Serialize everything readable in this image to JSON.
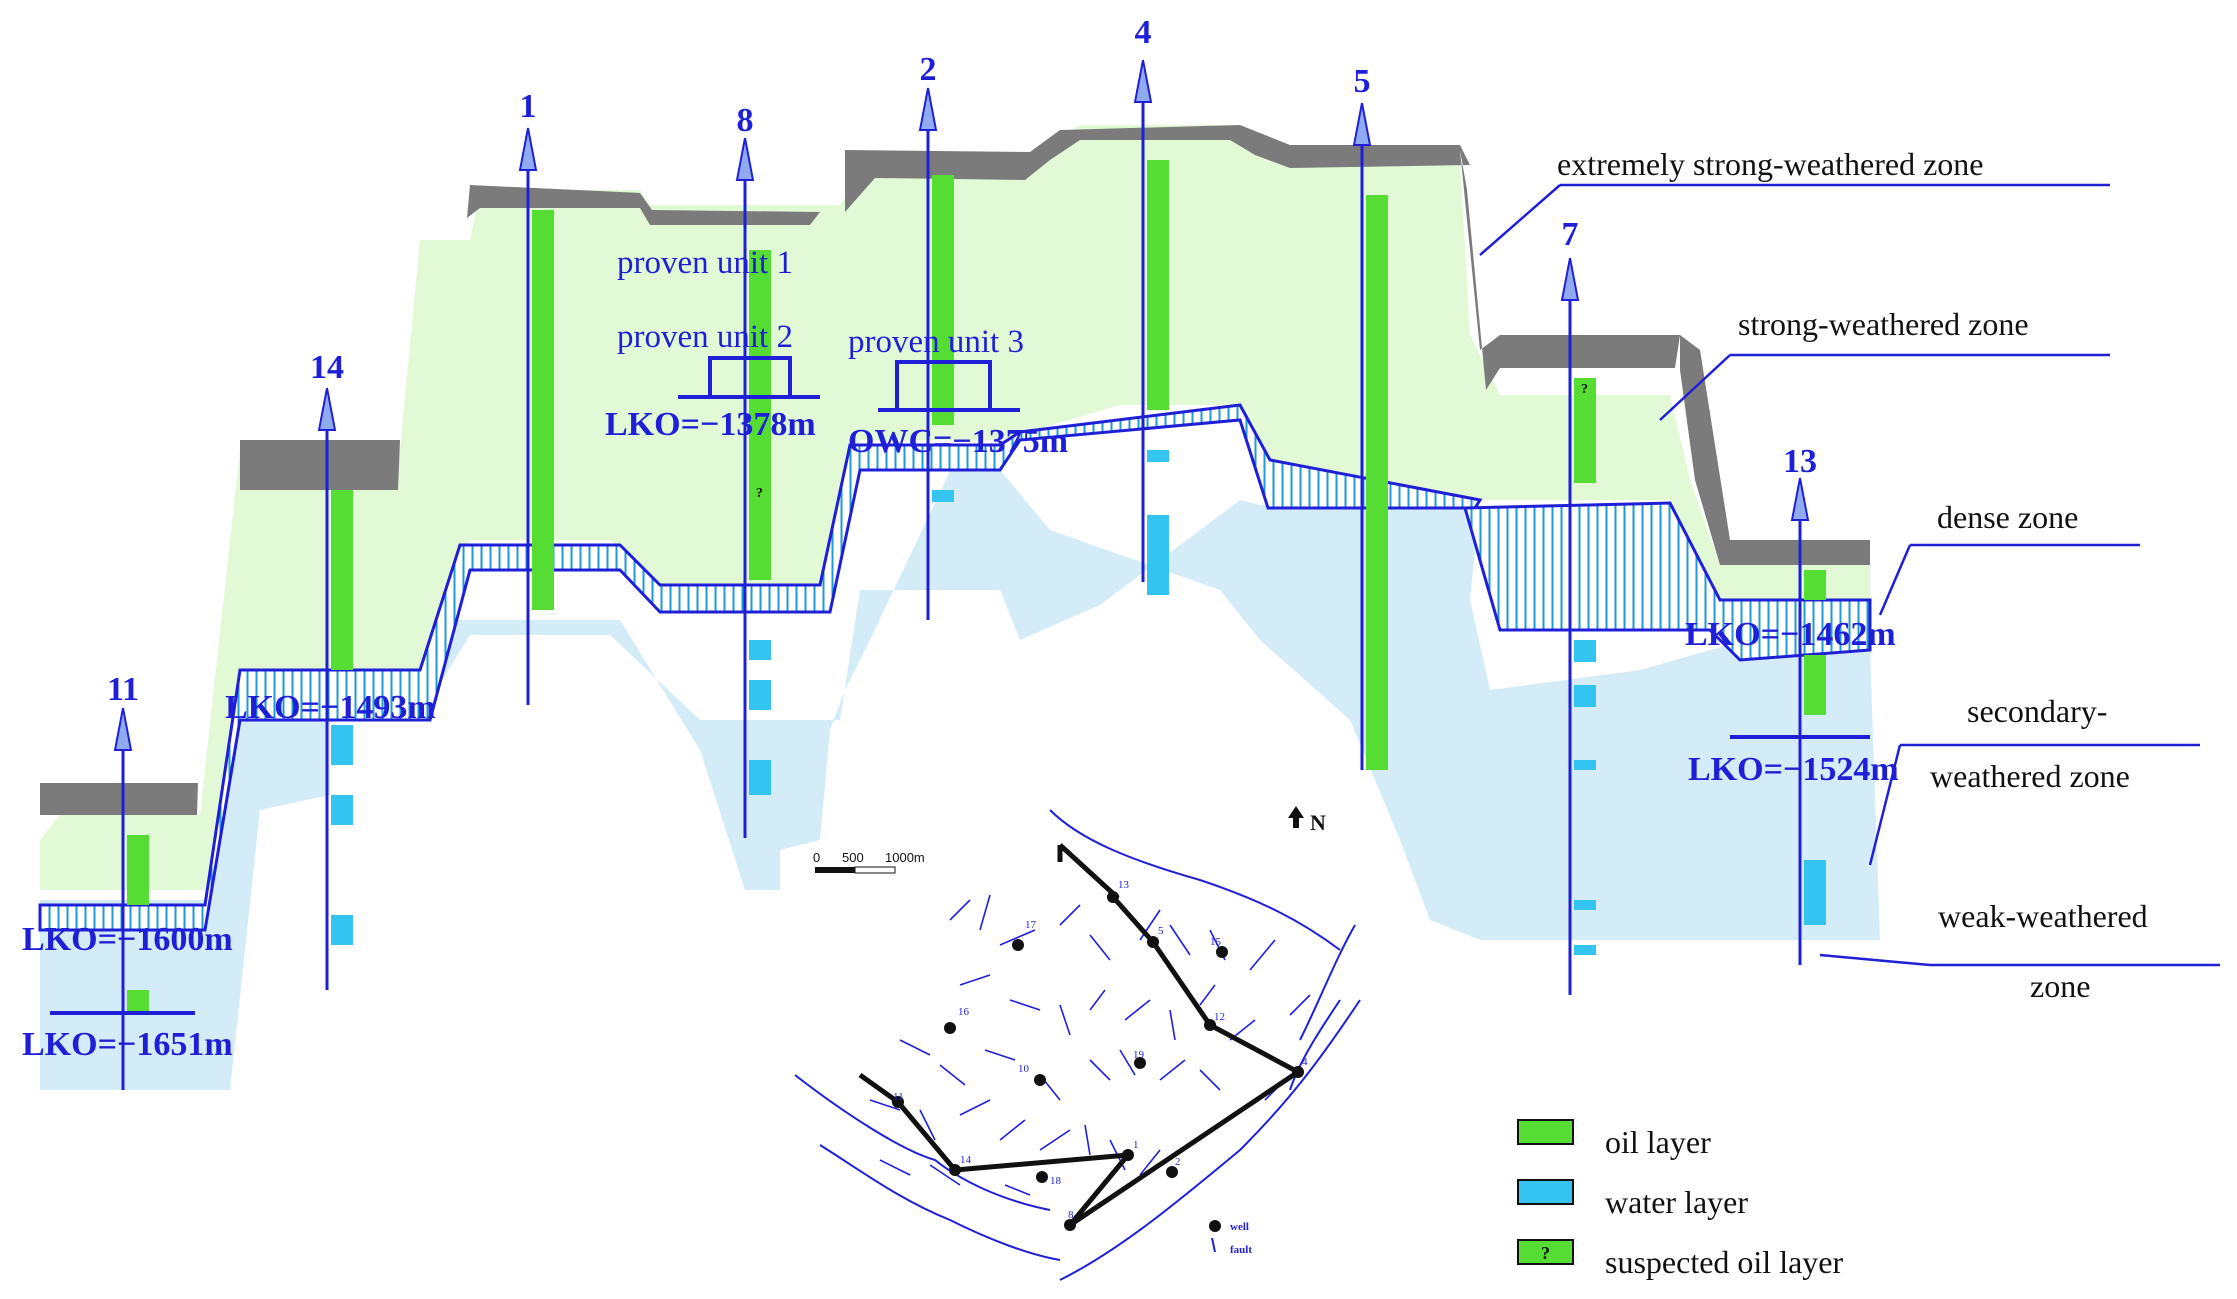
{
  "wells": [
    "1",
    "2",
    "4",
    "5",
    "7",
    "8",
    "11",
    "13",
    "14"
  ],
  "proven_units": [
    "proven unit 1",
    "proven unit 2",
    "proven unit 3"
  ],
  "contacts": [
    "LKO=−1378m",
    "OWC=−1375m",
    "LKO=−1493m",
    "LKO=−1600m",
    "LKO=−1651m",
    "LKO=−1462m",
    "LKO=−1524m"
  ],
  "zones": {
    "extremely_strong": "extremely strong-weathered zone",
    "strong": "strong-weathered zone",
    "dense": "dense zone",
    "secondary_1": "secondary-",
    "secondary_2": "weathered zone",
    "weak_1": "weak-weathered",
    "weak_2": "zone"
  },
  "suspected_marker": "?",
  "legend": {
    "oil": "oil layer",
    "water": "water layer",
    "suspected": "suspected oil layer",
    "suspected_symbol": "?"
  },
  "map": {
    "north": "N",
    "scale": [
      "0",
      "500",
      "1000m"
    ],
    "wells": [
      "1",
      "2",
      "4",
      "5",
      "8",
      "10",
      "11",
      "12",
      "13",
      "14",
      "15",
      "16",
      "17",
      "18",
      "19"
    ],
    "legend_well": "well",
    "legend_fault": "fault"
  },
  "colors": {
    "oil": "#55dd33",
    "water": "#33c4f2",
    "strong_zone": "#e1fad5",
    "water_zone": "#d3ecf8",
    "weathered_crust": "#7b7b7b",
    "line": "#1f1fd8"
  }
}
